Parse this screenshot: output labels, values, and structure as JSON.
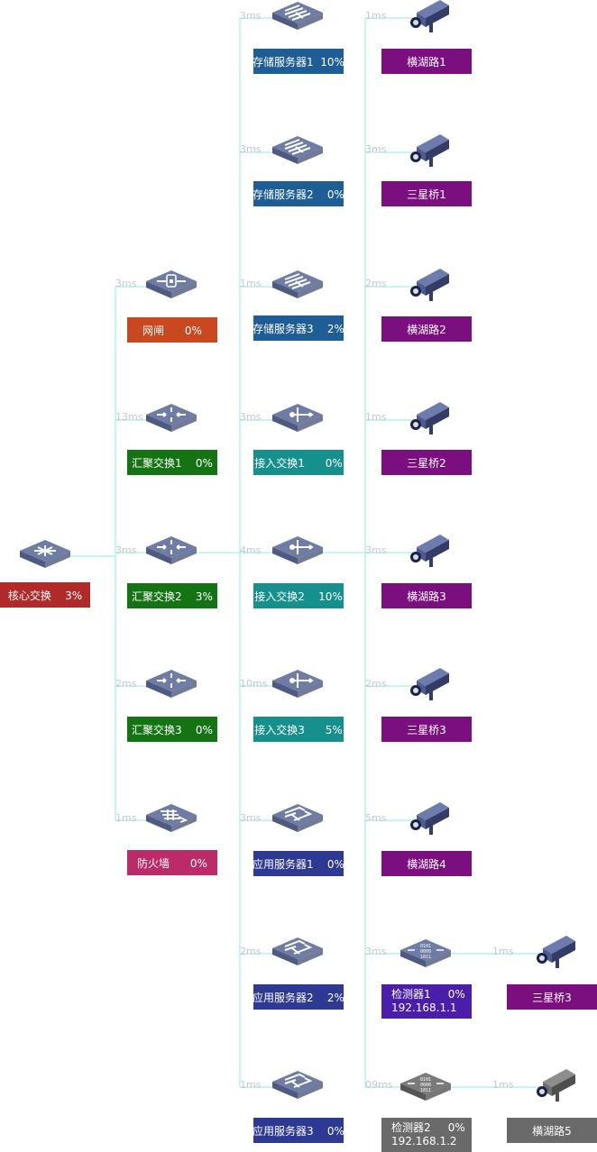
{
  "colors": {
    "link": "#8fe8ea",
    "latency": "#c4c8cc",
    "core": "#b02a2a",
    "gateway": "#c94820",
    "aggregation": "#147414",
    "firewall": "#bc2a6a",
    "storage": "#1e5d95",
    "access": "#15908c",
    "app": "#2e3993",
    "camera": "#7b0f7f",
    "detector1": "#4a1ea9",
    "detector2": "#6a6a6a",
    "camera_off": "#6a6a6a"
  },
  "nodes": [
    {
      "id": "core",
      "type": "core-switch",
      "text": "核心交换    3%",
      "latency": "",
      "color": "core"
    },
    {
      "id": "gw",
      "type": "gateway",
      "text": "网闸      0%",
      "latency": "3ms",
      "color": "gateway"
    },
    {
      "id": "agg1",
      "type": "aggregation-switch",
      "text": "汇聚交换1    0%",
      "latency": "13ms",
      "color": "aggregation"
    },
    {
      "id": "agg2",
      "type": "aggregation-switch",
      "text": "汇聚交换2    3%",
      "latency": "3ms",
      "color": "aggregation"
    },
    {
      "id": "agg3",
      "type": "aggregation-switch",
      "text": "汇聚交换3    0%",
      "latency": "2ms",
      "color": "aggregation"
    },
    {
      "id": "fw",
      "type": "firewall",
      "text": "防火墙      0%",
      "latency": "1ms",
      "color": "firewall"
    },
    {
      "id": "st1",
      "type": "storage-server",
      "text": "存储服务器1  10%",
      "latency": "3ms",
      "color": "storage"
    },
    {
      "id": "st2",
      "type": "storage-server",
      "text": "存储服务器2    0%",
      "latency": "3ms",
      "color": "storage"
    },
    {
      "id": "st3",
      "type": "storage-server",
      "text": "存储服务器3    2%",
      "latency": "1ms",
      "color": "storage"
    },
    {
      "id": "acc1",
      "type": "access-switch",
      "text": "接入交换1      0%",
      "latency": "3ms",
      "color": "access"
    },
    {
      "id": "acc2",
      "type": "access-switch",
      "text": "接入交换2    10%",
      "latency": "4ms",
      "color": "access"
    },
    {
      "id": "acc3",
      "type": "access-switch",
      "text": "接入交换3      5%",
      "latency": "10ms",
      "color": "access"
    },
    {
      "id": "app1",
      "type": "app-server",
      "text": "应用服务器1    0%",
      "latency": "3ms",
      "color": "app"
    },
    {
      "id": "app2",
      "type": "app-server",
      "text": "应用服务器2    2%",
      "latency": "2ms",
      "color": "app"
    },
    {
      "id": "app3",
      "type": "app-server",
      "text": "应用服务器3    0%",
      "latency": "1ms",
      "color": "app"
    },
    {
      "id": "cam1",
      "type": "camera",
      "text": "横湖路1",
      "latency": "1ms",
      "color": "camera"
    },
    {
      "id": "cam2",
      "type": "camera",
      "text": "三星桥1",
      "latency": "3ms",
      "color": "camera"
    },
    {
      "id": "cam3",
      "type": "camera",
      "text": "横湖路2",
      "latency": "2ms",
      "color": "camera"
    },
    {
      "id": "cam4",
      "type": "camera",
      "text": "三星桥2",
      "latency": "1ms",
      "color": "camera"
    },
    {
      "id": "cam5",
      "type": "camera",
      "text": "横湖路3",
      "latency": "3ms",
      "color": "camera"
    },
    {
      "id": "cam6",
      "type": "camera",
      "text": "三星桥3",
      "latency": "2ms",
      "color": "camera"
    },
    {
      "id": "cam7",
      "type": "camera",
      "text": "横湖路4",
      "latency": "5ms",
      "color": "camera"
    },
    {
      "id": "det1",
      "type": "detector",
      "text": "检测器1     0%",
      "text2": "192.168.1.1",
      "latency": "3ms",
      "color": "detector1"
    },
    {
      "id": "det2",
      "type": "detector",
      "text": "检测器2     0%",
      "text2": "192.168.1.2",
      "latency": "09ms",
      "color": "detector2"
    },
    {
      "id": "cam8",
      "type": "camera",
      "text": "三星桥3",
      "latency": "1ms",
      "color": "camera"
    },
    {
      "id": "cam9",
      "type": "camera",
      "text": "横湖路5",
      "latency": "1ms",
      "color": "camera_off"
    }
  ]
}
